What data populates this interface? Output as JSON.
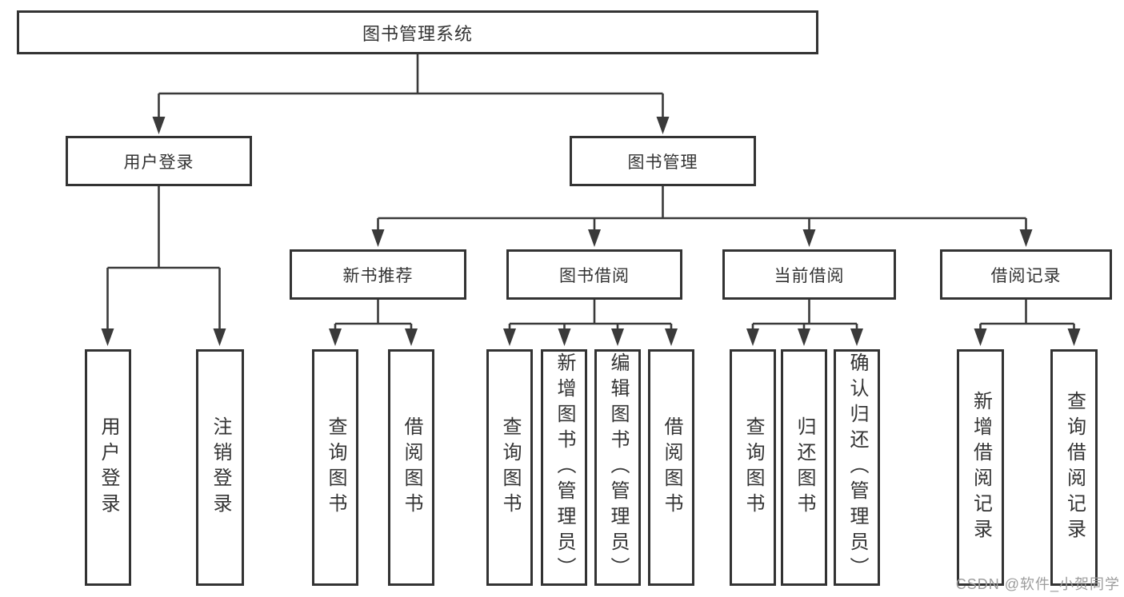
{
  "diagram": {
    "root": {
      "label": "图书管理系统"
    },
    "branches": [
      {
        "label": "用户登录",
        "children": [
          {
            "label": "用户登录"
          },
          {
            "label": "注销登录"
          }
        ]
      },
      {
        "label": "图书管理",
        "children": [
          {
            "label": "新书推荐",
            "children": [
              {
                "label": "查询图书"
              },
              {
                "label": "借阅图书"
              }
            ]
          },
          {
            "label": "图书借阅",
            "children": [
              {
                "label": "查询图书"
              },
              {
                "label": "新增图书（管理员）"
              },
              {
                "label": "编辑图书（管理员）"
              },
              {
                "label": "借阅图书"
              }
            ]
          },
          {
            "label": "当前借阅",
            "children": [
              {
                "label": "查询图书"
              },
              {
                "label": "归还图书"
              },
              {
                "label": "确认归还（管理员）"
              }
            ]
          },
          {
            "label": "借阅记录",
            "children": [
              {
                "label": "新增借阅记录"
              },
              {
                "label": "查询借阅记录"
              }
            ]
          }
        ]
      }
    ]
  },
  "watermark": {
    "text": "CSDN @软件_小贺同学"
  },
  "colors": {
    "background": "#ffffff",
    "node_border": "#333333",
    "node_fill": "#ffffff",
    "line": "#3a3a3a",
    "text": "#333333",
    "watermark": "#9c9c9c"
  }
}
